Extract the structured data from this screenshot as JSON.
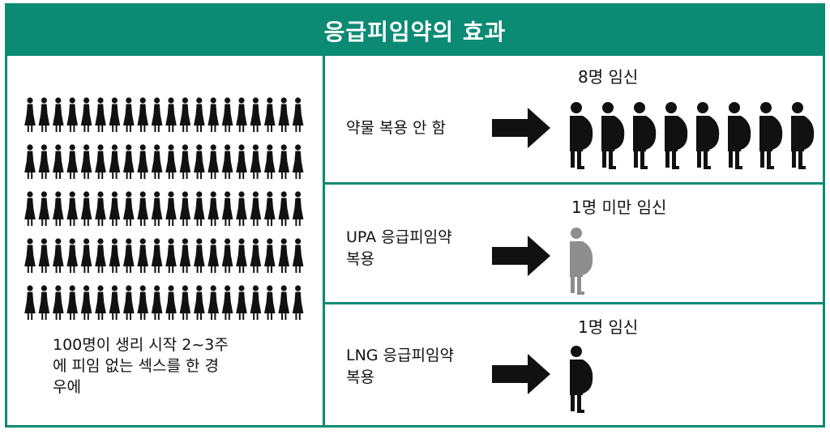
{
  "title": "응급피임약의 효과",
  "baseline": {
    "caption_lines": [
      "100명이 생리 시작 2~3주",
      "에 피임 없는 섹스를 한 경",
      "우에"
    ],
    "women_count": 100,
    "icon": "woman-silhouette-icon"
  },
  "rows": [
    {
      "id": "no-drug",
      "condition_lines": [
        "약물 복용 안 함"
      ],
      "result": "8명 임신",
      "pregnant_count": 8,
      "icon_color": "#111111"
    },
    {
      "id": "upa",
      "condition_lines": [
        "UPA 응급피임약",
        "복용"
      ],
      "result": "1명 미만 임신",
      "pregnant_count": 1,
      "icon_color": "#8e8e8e"
    },
    {
      "id": "lng",
      "condition_lines": [
        "LNG 응급피임약",
        "복용"
      ],
      "result": "1명 임신",
      "pregnant_count": 1,
      "icon_color": "#111111"
    }
  ],
  "colors": {
    "accent": "#0b8a74",
    "icon": "#111111",
    "faded_icon": "#8e8e8e"
  }
}
